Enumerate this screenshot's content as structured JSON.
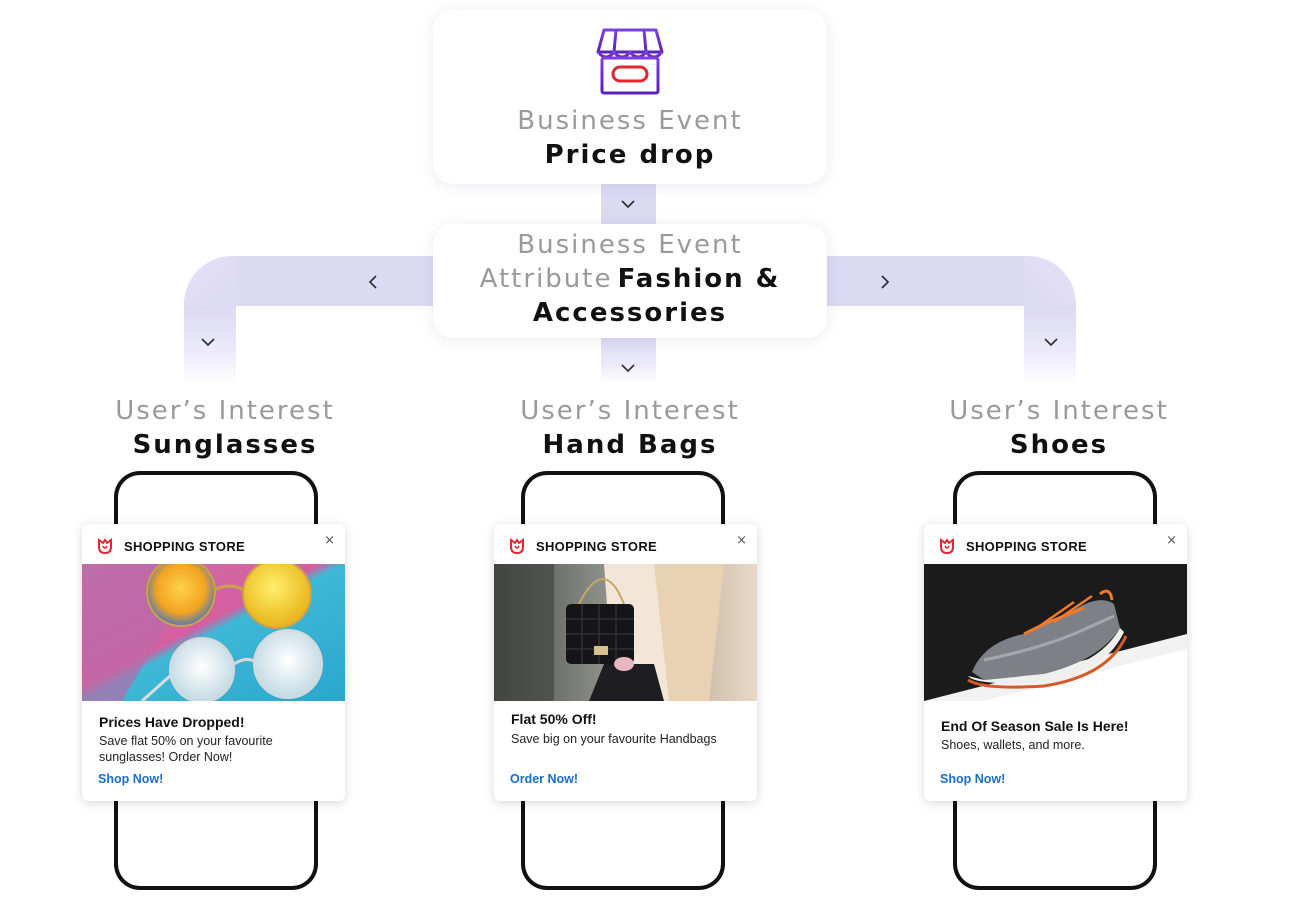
{
  "top_box": {
    "icon": "storefront-icon",
    "label": "Business Event",
    "value": "Price drop"
  },
  "attr_box": {
    "label_line1": "Business Event",
    "label_line2": "Attribute",
    "value_part1": "Fashion &",
    "value_part2": "Accessories"
  },
  "branches": [
    {
      "label": "User’s Interest",
      "value": "Sunglasses",
      "notification": {
        "store": "SHOPPING STORE",
        "close": "×",
        "image": "sunglasses-photo",
        "title": "Prices Have Dropped!",
        "text": "Save flat 50% on your favourite sunglasses! Order Now!",
        "cta": "Shop Now!"
      }
    },
    {
      "label": "User’s Interest",
      "value": "Hand Bags",
      "notification": {
        "store": "SHOPPING STORE",
        "close": "×",
        "image": "handbag-photo",
        "title": "Flat 50% Off!",
        "text": "Save big on your favourite Handbags",
        "cta": "Order Now!"
      }
    },
    {
      "label": "User’s Interest",
      "value": "Shoes",
      "notification": {
        "store": "SHOPPING STORE",
        "close": "×",
        "image": "sneaker-photo",
        "title": "End Of Season Sale Is Here!",
        "text": "Shoes, wallets, and more.",
        "cta": "Shop Now!"
      }
    }
  ],
  "colors": {
    "connector": "#dcd9f3",
    "cta": "#1a6ec8",
    "icon_purple": "#6a2fc7",
    "icon_red": "#e0262f"
  }
}
